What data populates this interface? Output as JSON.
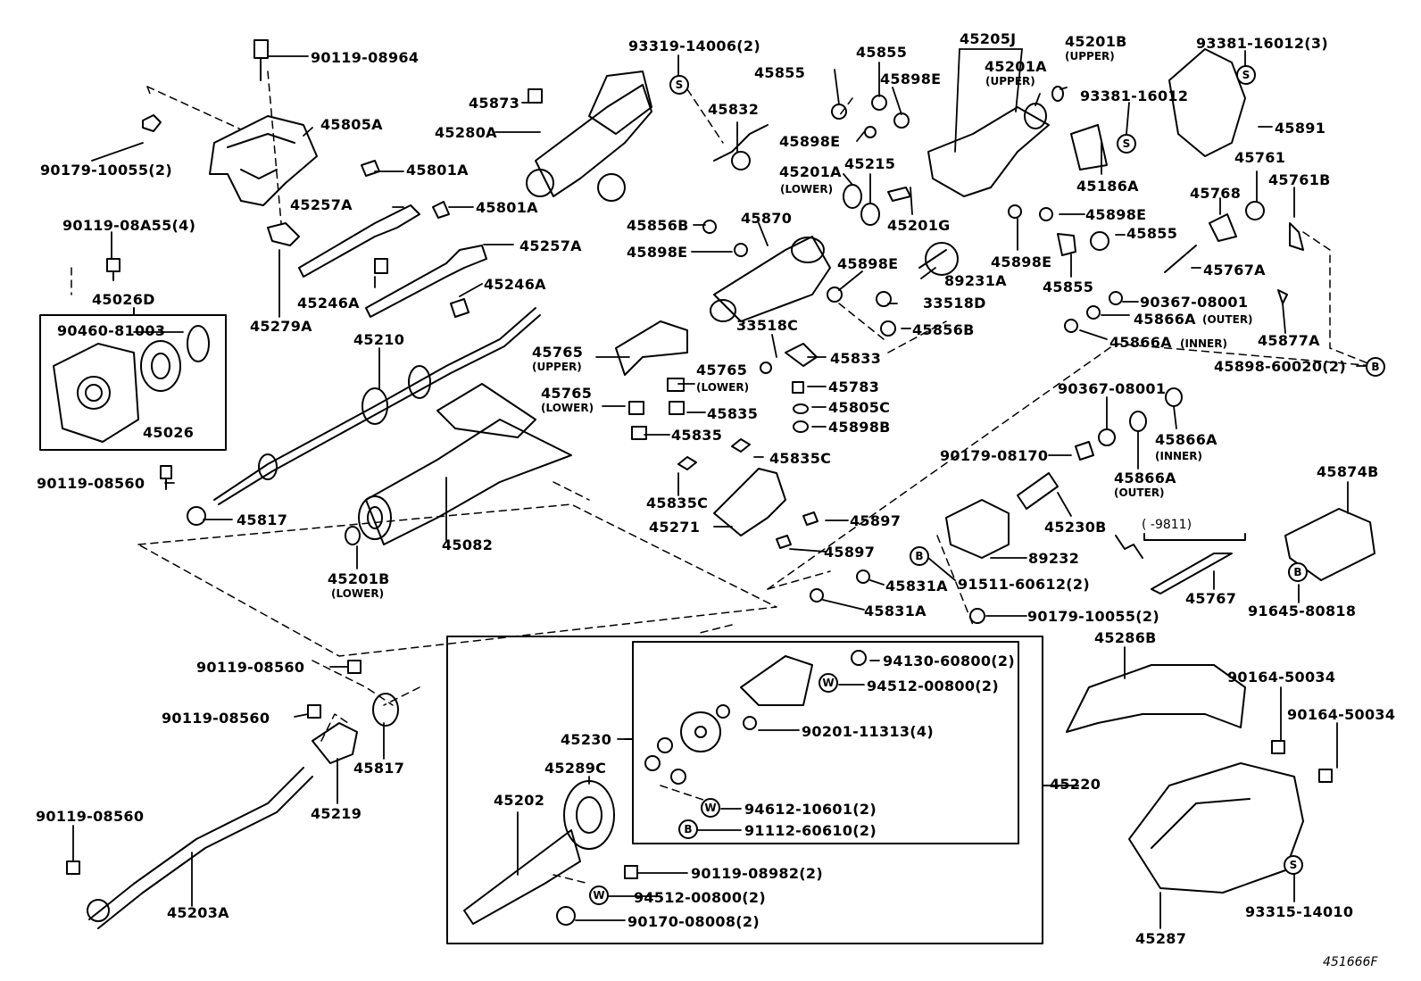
{
  "diagram_code": "451666F",
  "parts": {
    "p90119_08964": "90119-08964",
    "p45805A": "45805A",
    "p90179_10055_2": "90179-10055(2)",
    "p45801A_1": "45801A",
    "p45257A_1": "45257A",
    "p45801A_2": "45801A",
    "p90119_08A55_4": "90119-08A55(4)",
    "p45026D": "45026D",
    "p90460_81003": "90460-81003",
    "p45026": "45026",
    "p45257A_2": "45257A",
    "p45246A_1": "45246A",
    "p45246A_2": "45246A",
    "p45279A": "45279A",
    "p45210": "45210",
    "p90119_08560_1": "90119-08560",
    "p45817_1": "45817",
    "p45082": "45082",
    "p45201B_lower": "45201B",
    "p93319_14006_2": "93319-14006(2)",
    "p45873": "45873",
    "p45280A": "45280A",
    "p45832": "45832",
    "p45856B": "45856B",
    "p45898E_1": "45898E",
    "p45870": "45870",
    "p45765_upper": "45765",
    "p45765_lower_1": "45765",
    "p45765_lower_2": "45765",
    "p45835_1": "45835",
    "p45835_2": "45835",
    "p45835C_1": "45835C",
    "p45835C_2": "45835C",
    "p45271": "45271",
    "p45855_1": "45855",
    "p45855_2": "45855",
    "p45898E_2": "45898E",
    "p45898E_3": "45898E",
    "p45201A_lower": "45201A",
    "p45215": "45215",
    "p45201G": "45201G",
    "p45898E_4": "45898E",
    "p89231A": "89231A",
    "p33518D": "33518D",
    "p33518C": "33518C",
    "p45856B_2": "45856B",
    "p45833": "45833",
    "p45783": "45783",
    "p45805C": "45805C",
    "p45898B": "45898B",
    "p45205J": "45205J",
    "p45201A_upper": "45201A",
    "p45201B_upper": "45201B",
    "p93381_16012": "93381-16012",
    "p93381_16012_3": "93381-16012(3)",
    "p45891": "45891",
    "p45186A": "45186A",
    "p45898E_5": "45898E",
    "p45898E_6": "45898E",
    "p45855_3": "45855",
    "p45855_4": "45855",
    "p45768": "45768",
    "p45761": "45761",
    "p45761B": "45761B",
    "p45767A": "45767A",
    "p90367_08001_1": "90367-08001",
    "p45866A_outer_1": "45866A",
    "p45866A_inner_1": "45866A",
    "p45877A": "45877A",
    "p45898_60020_2": "45898-60020(2)",
    "p90367_08001_2": "90367-08001",
    "p45866A_inner_2": "45866A",
    "p90179_08170": "90179-08170",
    "p45866A_outer_2": "45866A",
    "p45897_1": "45897",
    "p45897_2": "45897",
    "p45230B": "45230B",
    "p89232": "89232",
    "p91511_60612_2": "91511-60612(2)",
    "p45831A_1": "45831A",
    "p45831A_2": "45831A",
    "p90179_10055_2b": "90179-10055(2)",
    "p9811": "(    -9811)",
    "p45767": "45767",
    "p45874B": "45874B",
    "p91645_80818": "91645-80818",
    "p90119_08560_2": "90119-08560",
    "p90119_08560_3": "90119-08560",
    "p45817_2": "45817",
    "p45219": "45219",
    "p90119_08560_4": "90119-08560",
    "p45203A": "45203A",
    "p45230": "45230",
    "p45289C": "45289C",
    "p45202": "45202",
    "p94130_60800_2": "94130-60800(2)",
    "p94512_00800_2a": "94512-00800(2)",
    "p90201_11313_4": "90201-11313(4)",
    "p94612_10601_2": "94612-10601(2)",
    "p91112_60610_2": "91112-60610(2)",
    "p90119_08982_2": "90119-08982(2)",
    "p94512_00800_2b": "94512-00800(2)",
    "p90170_08008_2": "90170-08008(2)",
    "p45220": "45220",
    "p45286B": "45286B",
    "p45287": "45287",
    "p90164_50034_1": "90164-50034",
    "p90164_50034_2": "90164-50034",
    "p93315_14010": "93315-14010"
  },
  "qualifiers": {
    "upper": "(UPPER)",
    "lower": "(LOWER)",
    "outer": "(OUTER)",
    "inner": "(INNER)"
  },
  "badges": {
    "s": "S",
    "b": "B",
    "w": "W"
  }
}
